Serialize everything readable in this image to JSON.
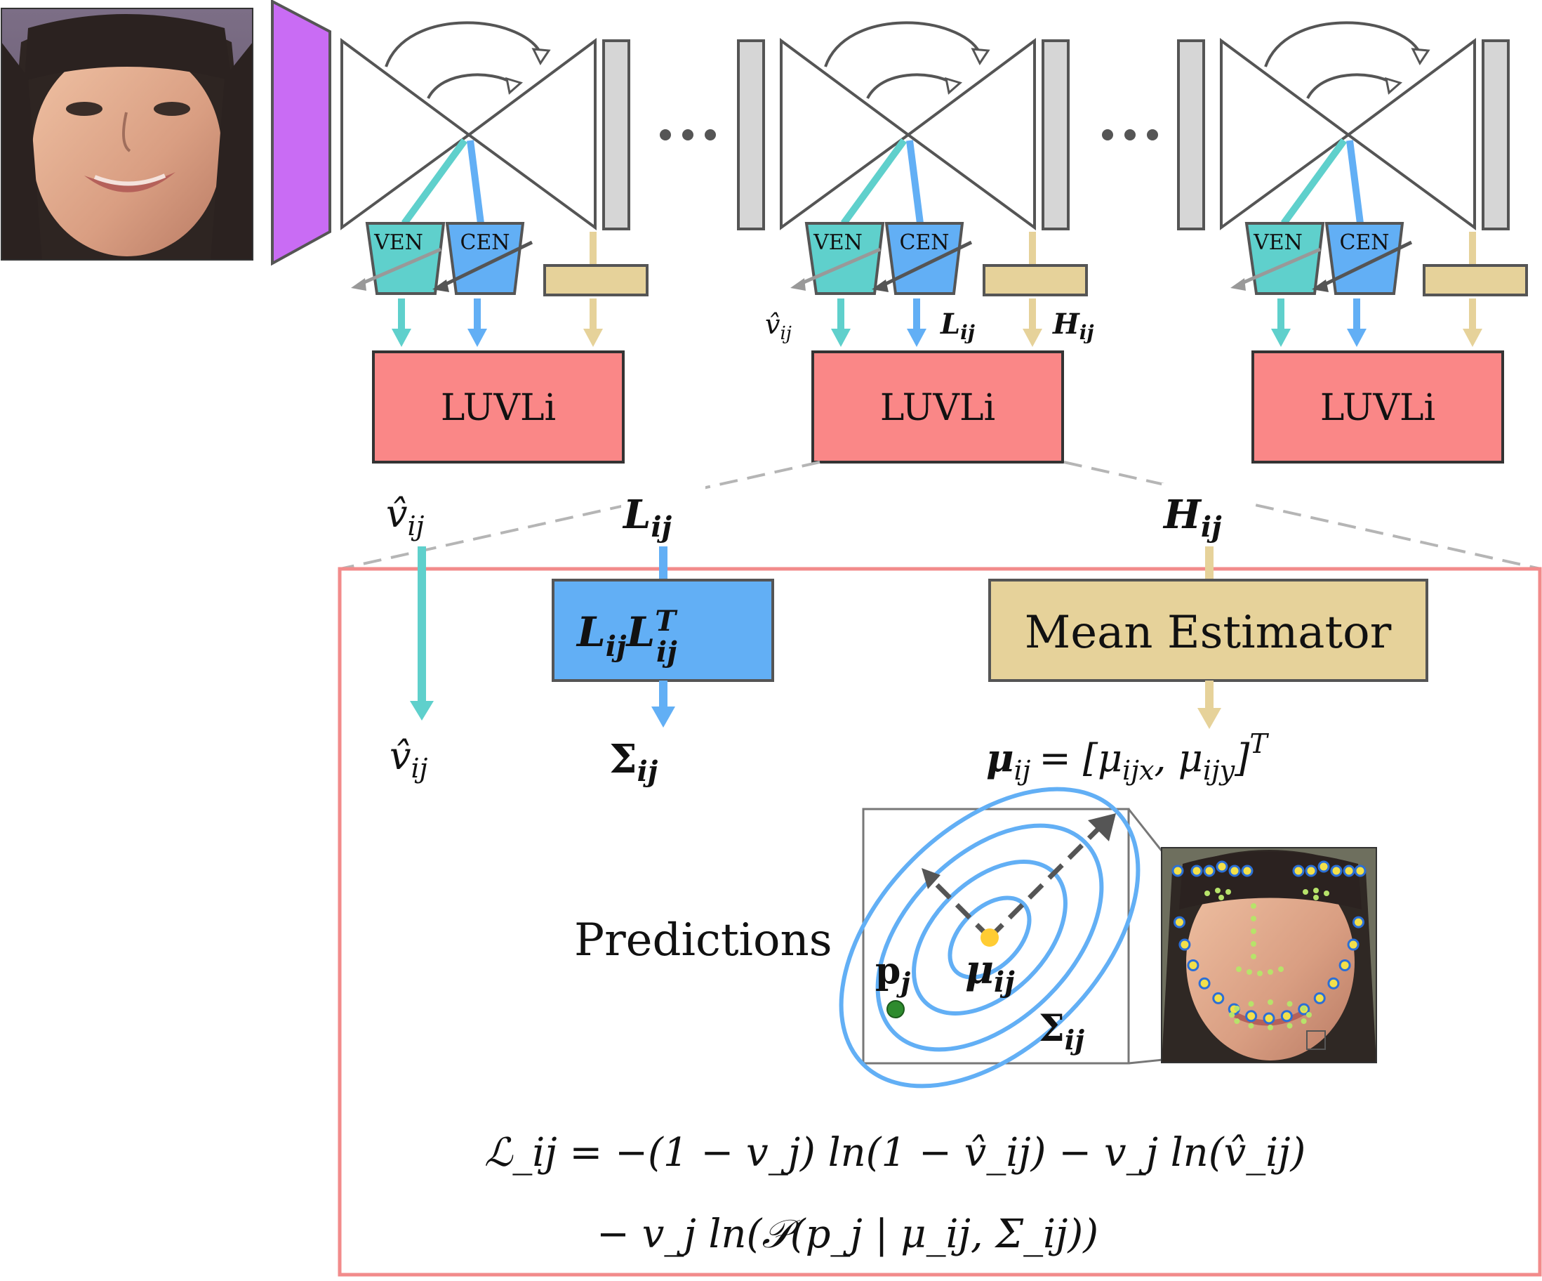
{
  "colors": {
    "teal": "#5fd0cc",
    "blue": "#62aff5",
    "tan": "#e6d29a",
    "luvli": "#fa8787",
    "purple": "#c96cf4",
    "gray_bar": "#d6d6d6",
    "stroke": "#555555",
    "green_point": "#2e8b2e",
    "yellow_mean": "#ffcc33"
  },
  "icons": {
    "input": "face-photo-icon",
    "zoom": "face-landmarks-photo-icon"
  },
  "stage_top": {
    "ven_label": "VEN",
    "cen_label": "CEN",
    "luvli_label": "LUVLi",
    "ellipsis": "• • •",
    "v_hat": "v̂",
    "L": "L",
    "H": "H",
    "ij": "ij"
  },
  "detail": {
    "v_hat": "v̂",
    "L": "L",
    "H": "H",
    "ij": "ij",
    "llt_L": "L",
    "llt_sub": "ij",
    "llt_sup": "T",
    "mean_estimator": "Mean Estimator",
    "sigma": "Σ",
    "mu_eq_mu": "μ",
    "mu_eq_rest": "= [μ",
    "mu_x": "ijx",
    "mu_comma": ", μ",
    "mu_y": "ijy",
    "mu_close": "]",
    "T": "T",
    "predictions": "Predictions",
    "p": "p",
    "j": "j",
    "loss_line1": "ℒ_ij = −(1 − v_j) ln(1 − v̂_ij) − v_j ln(v̂_ij)",
    "loss_line2": "− v_j ln(𝒫(p_j | μ_ij, Σ_ij))"
  }
}
